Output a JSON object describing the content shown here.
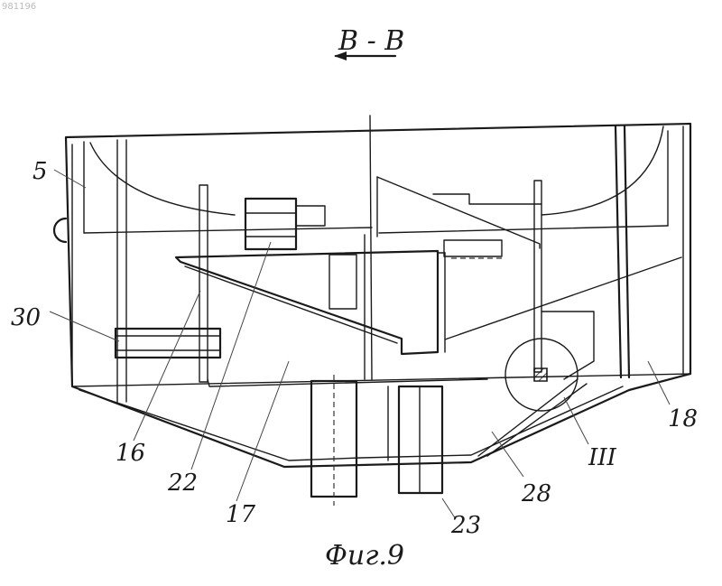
{
  "corner_mark": "981196",
  "section_title": "B - B",
  "figure_caption": "Фиг.9",
  "callouts": [
    "5",
    "30",
    "16",
    "22",
    "17",
    "23",
    "28",
    "III",
    "18"
  ]
}
